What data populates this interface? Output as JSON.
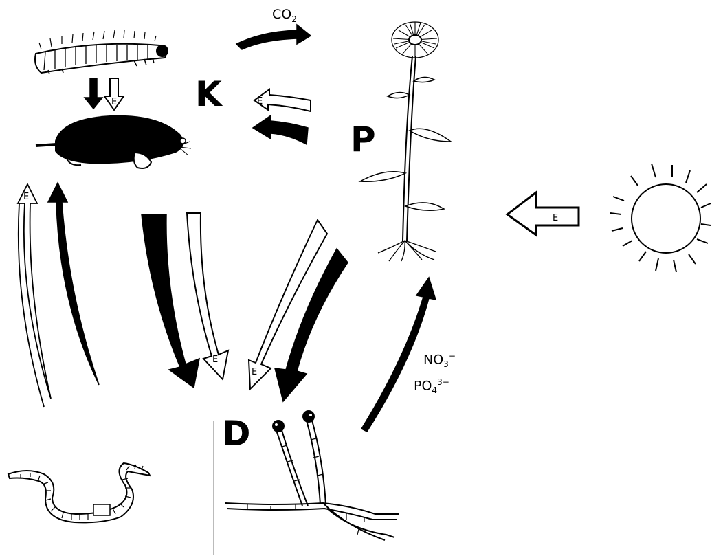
{
  "labels": {
    "consumers": "K",
    "producers": "P",
    "decomposers": "D",
    "energy": "E"
  },
  "co2": {
    "base": "CO",
    "sub": "2"
  },
  "nitrate": {
    "base": "NO",
    "sub": "3",
    "sup": "−"
  },
  "phosphate": {
    "base": "PO",
    "sub": "4",
    "sup": "3−"
  },
  "colors": {
    "ink": "#000000",
    "paper": "#ffffff"
  },
  "icons": [
    "caterpillar",
    "mole",
    "flower",
    "sun",
    "earthworm",
    "fungus"
  ]
}
